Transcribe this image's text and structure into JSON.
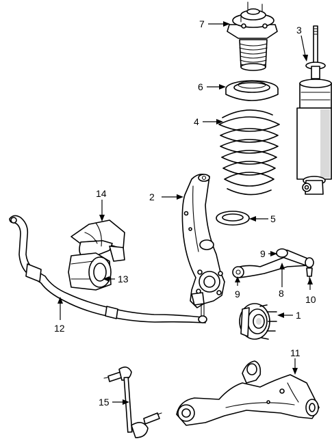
{
  "callouts": [
    {
      "label": "1"
    },
    {
      "label": "2"
    },
    {
      "label": "3"
    },
    {
      "label": "4"
    },
    {
      "label": "5"
    },
    {
      "label": "6"
    },
    {
      "label": "7"
    },
    {
      "label": "8"
    },
    {
      "label": "9"
    },
    {
      "label": "9"
    },
    {
      "label": "10"
    },
    {
      "label": "11"
    },
    {
      "label": "12"
    },
    {
      "label": "13"
    },
    {
      "label": "14"
    },
    {
      "label": "15"
    }
  ]
}
